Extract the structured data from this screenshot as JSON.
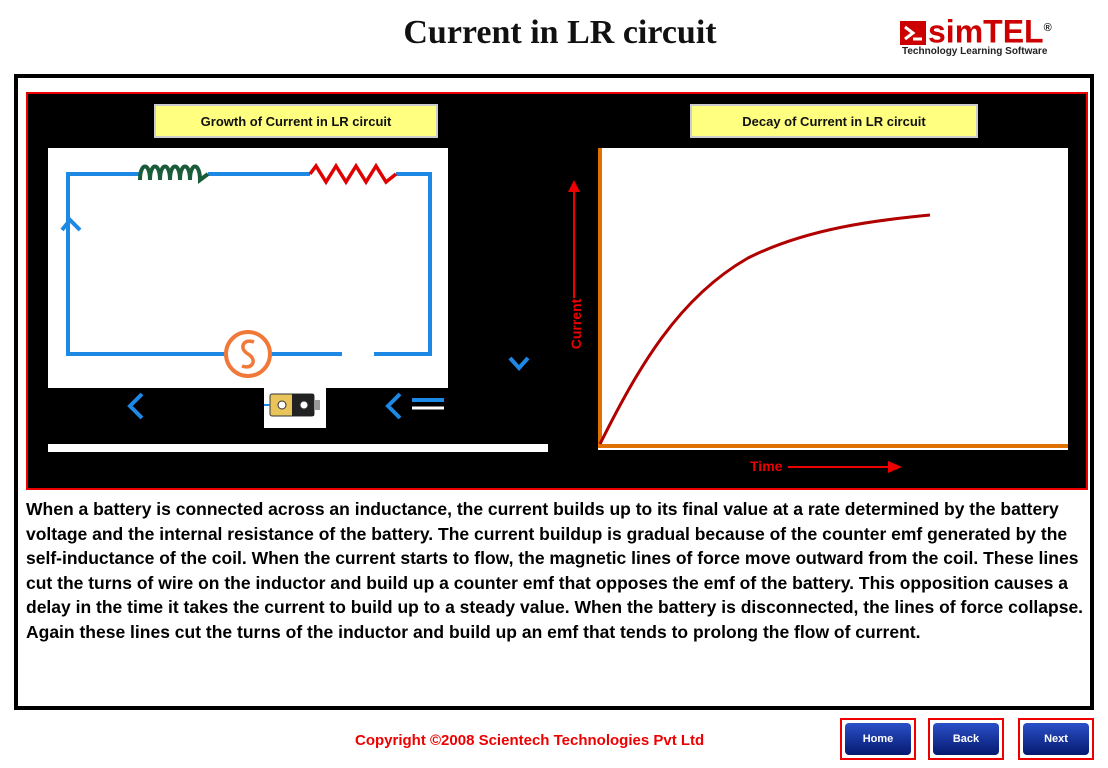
{
  "page": {
    "title": "Current in LR circuit"
  },
  "logo": {
    "brand": "simTEL",
    "tagline": "Technology Learning Software",
    "registered": "®"
  },
  "simulation": {
    "growth_button": "Growth of Current in LR circuit",
    "decay_button": "Decay of Current in LR circuit",
    "switch_symbol": "S"
  },
  "graph": {
    "ylabel": "Current",
    "xlabel": "Time",
    "curve": "rising exponential",
    "curve_color": "#b00000",
    "axis_color": "#e07000"
  },
  "description": "When a battery is connected across an inductance, the current builds up to its final value at a rate determined by the battery voltage and the internal resistance of the battery. The current buildup is gradual because of the counter emf generated by the self-inductance of the coil. When the current starts to flow, the magnetic lines of force move outward from the coil. These lines cut the turns of wire on the inductor and build up a counter emf that opposes the emf of the battery. This opposition causes a delay in the time it takes the current to build up to a steady value. When the battery is disconnected, the lines of force collapse. Again these lines cut the turns of the inductor and build up an emf that tends to prolong the flow of current.",
  "footer": {
    "copyright": "Copyright ©2008 Scientech Technologies Pvt Ltd",
    "home": "Home",
    "back": "Back",
    "next": "Next"
  },
  "colors": {
    "wire": "#1e88e5",
    "resistor": "#e00000",
    "inductor": "#1a5c3a",
    "switch": "#f07838",
    "button_yellow": "#ffff80"
  }
}
